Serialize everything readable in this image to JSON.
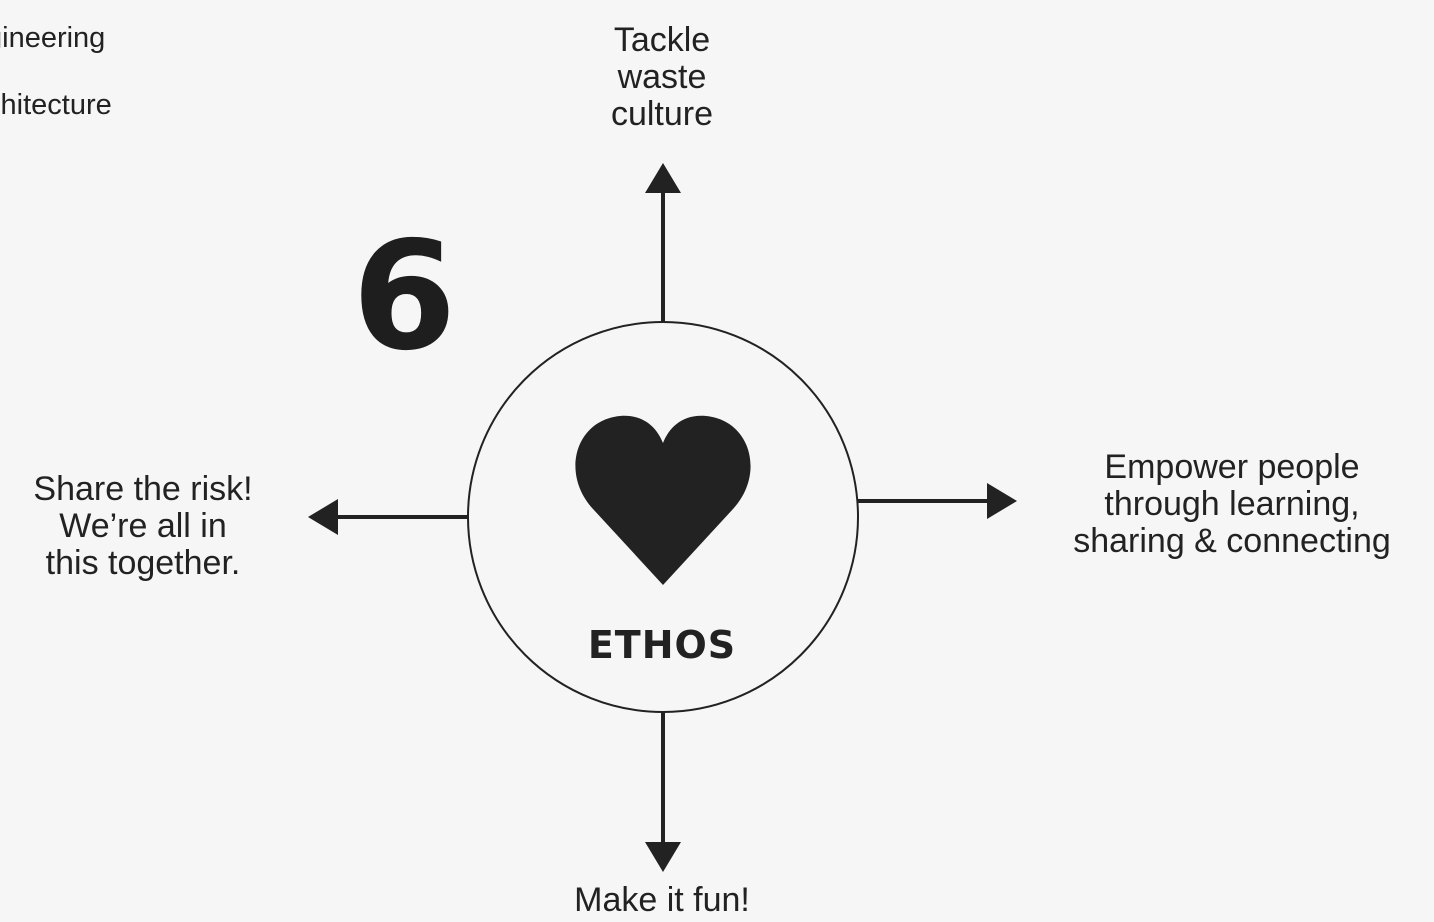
{
  "nav": {
    "items": [
      {
        "label": "gineering"
      },
      {
        "label": "chitecture"
      }
    ]
  },
  "number": "6",
  "center": {
    "title": "ETHOS",
    "icon": "heart-icon"
  },
  "directions": {
    "top": [
      "Tackle",
      "waste",
      "culture"
    ],
    "left": [
      "Share the risk!",
      "We’re all in",
      "this together."
    ],
    "right": [
      "Empower people",
      "through learning,",
      "sharing & connecting"
    ],
    "bottom": [
      "Make it fun!"
    ]
  },
  "colors": {
    "background": "#f6f6f6",
    "ink": "#222222",
    "circle_fill": "#f6f6f6"
  }
}
